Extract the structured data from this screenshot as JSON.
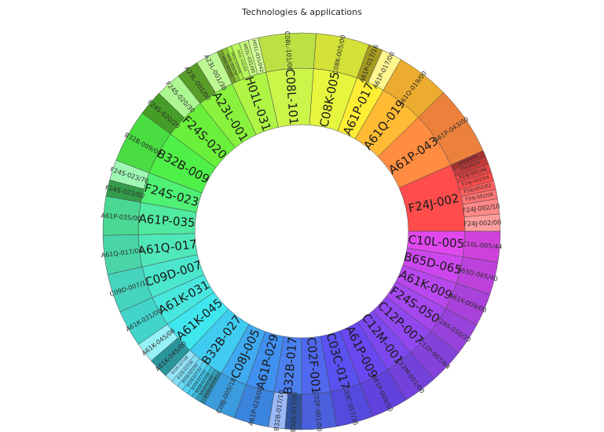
{
  "chart_data": {
    "type": "sunburst",
    "title": "Technologies & applications",
    "start_angle_deg": 0,
    "direction": "counterclockwise",
    "groups": [
      {
        "name": "F24J-002",
        "value": 8,
        "color": "#ff4d4d",
        "children": [
          {
            "name": "F24J-002/00",
            "value": 1.6
          },
          {
            "name": "F24J-002/10",
            "value": 1.4
          },
          {
            "name": "F24J-002/06",
            "value": 0.9
          },
          {
            "name": "F24J-002/02",
            "value": 0.8
          },
          {
            "name": "F24J-002/04",
            "value": 0.8
          },
          {
            "name": "F24J-002/46",
            "value": 0.8
          },
          {
            "name": "F24J-002/34",
            "value": 0.7
          },
          {
            "name": "F24J-002/30",
            "value": 0.6
          }
        ]
      },
      {
        "name": "A61P-043",
        "value": 6.8,
        "color": "#ff8c40",
        "children": [
          {
            "name": "A61P-043/00",
            "value": 6.8
          }
        ]
      },
      {
        "name": "A61Q-019",
        "value": 5.2,
        "color": "#ffbb33",
        "children": [
          {
            "name": "A61Q-019/00",
            "value": 5.2
          }
        ]
      },
      {
        "name": "A61P-017",
        "value": 3.4,
        "color": "#ffee33",
        "children": [
          {
            "name": "A61P-017/00",
            "value": 2.0
          },
          {
            "name": "A61P-017/16",
            "value": 1.4
          }
        ]
      },
      {
        "name": "C08K-005",
        "value": 5.2,
        "color": "#e6f53d",
        "children": [
          {
            "name": "C08K-005/00",
            "value": 5.2
          }
        ]
      },
      {
        "name": "C08L-101",
        "value": 5.6,
        "color": "#ccf54a",
        "children": [
          {
            "name": "C08L-101/00",
            "value": 5.6
          }
        ]
      },
      {
        "name": "H01L-031",
        "value": 4.2,
        "color": "#aef545",
        "children": [
          {
            "name": "H01L-031/042",
            "value": 1.0
          },
          {
            "name": "H01L-031/00",
            "value": 0.9
          },
          {
            "name": "H01L-031/04",
            "value": 0.8
          },
          {
            "name": "H01L-031/06",
            "value": 0.5
          },
          {
            "name": "H01L-031/18",
            "value": 0.5
          },
          {
            "name": "H01L-031/02",
            "value": 0.5
          }
        ]
      },
      {
        "name": "A23L-001",
        "value": 4.4,
        "color": "#88f23d",
        "children": [
          {
            "name": "A23L-001/30",
            "value": 2.2
          },
          {
            "name": "A23L-001/00",
            "value": 2.2
          }
        ]
      },
      {
        "name": "F24S-020",
        "value": 5.0,
        "color": "#6af03a",
        "children": [
          {
            "name": "F24S-020/30",
            "value": 2.5
          },
          {
            "name": "F24S-020/20",
            "value": 2.5
          }
        ]
      },
      {
        "name": "B32B-009",
        "value": 5.2,
        "color": "#4ff048",
        "children": [
          {
            "name": "B32B-009/00",
            "value": 5.2
          }
        ]
      },
      {
        "name": "F24S-023",
        "value": 3.6,
        "color": "#4ff074",
        "children": [
          {
            "name": "F24S-023/70",
            "value": 2.0
          },
          {
            "name": "F24S-023/00",
            "value": 1.6
          }
        ]
      },
      {
        "name": "A61P-035",
        "value": 3.8,
        "color": "#50eaa0",
        "children": [
          {
            "name": "A61P-035/00",
            "value": 3.8
          }
        ]
      },
      {
        "name": "A61Q-017",
        "value": 3.8,
        "color": "#50e8b8",
        "children": [
          {
            "name": "A61Q-017/04",
            "value": 3.8
          }
        ]
      },
      {
        "name": "C09D-007",
        "value": 3.8,
        "color": "#4ce6cc",
        "children": [
          {
            "name": "C09D-007/12",
            "value": 3.8
          }
        ]
      },
      {
        "name": "A61K-031",
        "value": 3.6,
        "color": "#48e6dc",
        "children": [
          {
            "name": "A61K-031/00",
            "value": 3.6
          }
        ]
      },
      {
        "name": "A61K-045",
        "value": 4.0,
        "color": "#40e6ee",
        "children": [
          {
            "name": "A61K-045/06",
            "value": 2.0
          },
          {
            "name": "A61K-045/00",
            "value": 2.0
          }
        ]
      },
      {
        "name": "B32B-027",
        "value": 4.6,
        "color": "#40ccf0",
        "children": [
          {
            "name": "B32B-027/08",
            "value": 0.8
          },
          {
            "name": "B32B-027/36",
            "value": 0.7
          },
          {
            "name": "B32B-027/30",
            "value": 0.6
          },
          {
            "name": "B32B-027/32",
            "value": 0.6
          },
          {
            "name": "B32B-027/20",
            "value": 0.5
          },
          {
            "name": "B32B-027/34",
            "value": 0.5
          },
          {
            "name": "B32B-027/00",
            "value": 0.5
          },
          {
            "name": "B32B-027/18",
            "value": 0.4
          }
        ]
      },
      {
        "name": "C08J-005",
        "value": 3.2,
        "color": "#40aaf0",
        "children": [
          {
            "name": "C08J-005/18",
            "value": 3.2
          }
        ]
      },
      {
        "name": "A61P-029",
        "value": 3.4,
        "color": "#4090f0",
        "children": [
          {
            "name": "A61P-029/00",
            "value": 3.4
          }
        ]
      },
      {
        "name": "B32B-017",
        "value": 3.2,
        "color": "#4a80f0",
        "children": [
          {
            "name": "B32B-017/10",
            "value": 1.6
          },
          {
            "name": "B32E-017/06",
            "value": 1.6
          }
        ]
      },
      {
        "name": "C02F-001",
        "value": 3.4,
        "color": "#5068f0",
        "children": [
          {
            "name": "C02F-001/00",
            "value": 3.4
          }
        ]
      },
      {
        "name": "C03C-017",
        "value": 3.6,
        "color": "#5a52f0",
        "children": [
          {
            "name": "C03C-017/36",
            "value": 3.6
          }
        ]
      },
      {
        "name": "A61P-009",
        "value": 3.6,
        "color": "#6a48f0",
        "children": [
          {
            "name": "A61P-009/10",
            "value": 3.6
          }
        ]
      },
      {
        "name": "C12M-001",
        "value": 3.4,
        "color": "#7c48ee",
        "children": [
          {
            "name": "C12M-001/00",
            "value": 3.4
          }
        ]
      },
      {
        "name": "C12P-007",
        "value": 3.4,
        "color": "#9048ee",
        "children": [
          {
            "name": "C12P-007/64",
            "value": 3.4
          }
        ]
      },
      {
        "name": "F24S-050",
        "value": 3.2,
        "color": "#a448ee",
        "children": [
          {
            "name": "F24S-050/20",
            "value": 3.2
          }
        ]
      },
      {
        "name": "A61K-009",
        "value": 3.2,
        "color": "#b848ee",
        "children": [
          {
            "name": "A61K-009/00",
            "value": 3.2
          }
        ]
      },
      {
        "name": "B65D-065",
        "value": 3.2,
        "color": "#cc48ee",
        "children": [
          {
            "name": "B65D-065/40",
            "value": 3.2
          }
        ]
      },
      {
        "name": "C10L-005",
        "value": 3.0,
        "color": "#e048ee",
        "children": [
          {
            "name": "C10L-005/44",
            "value": 3.0
          }
        ]
      }
    ]
  }
}
